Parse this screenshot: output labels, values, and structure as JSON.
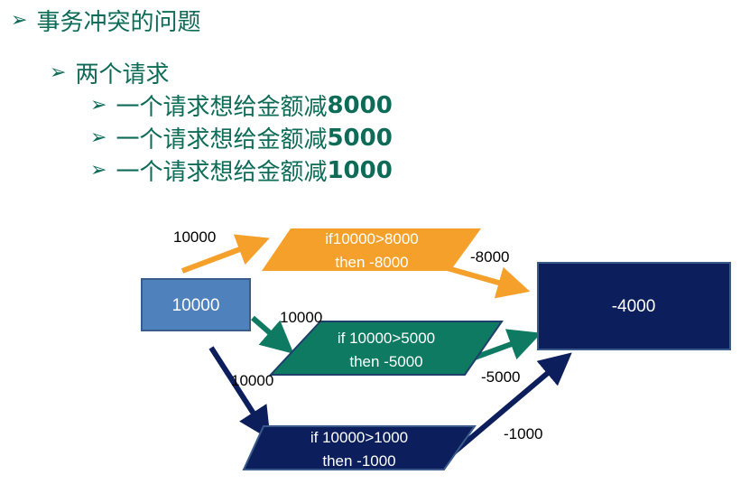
{
  "title": "事务冲突的问题",
  "subtitle": "两个请求",
  "items": [
    {
      "text": "一个请求想给金额减",
      "amount": "8000"
    },
    {
      "text": "一个请求想给金额减",
      "amount": "5000"
    },
    {
      "text": "一个请求想给金额减",
      "amount": "1000"
    }
  ],
  "diagram": {
    "source_box": "10000",
    "target_box": "-4000",
    "process_top": {
      "line1": "if10000>8000",
      "line2": "then  -8000"
    },
    "process_mid": {
      "line1": "if 10000>5000",
      "line2": "then -5000"
    },
    "process_bottom": {
      "line1": "if 10000>1000",
      "line2": "then -1000"
    },
    "label_in_top": "10000",
    "label_in_mid": "10000",
    "label_in_bottom": "10000",
    "label_out_top": "-8000",
    "label_out_mid": "-5000",
    "label_out_bottom": "-1000"
  },
  "colors": {
    "bullet_text": "#0d6b57",
    "orange": "#f5a02a",
    "teal": "#0e7a62",
    "navy": "#0c1f5c",
    "blue_box": "#4f81bd",
    "target_box": "#0c1f5c"
  }
}
